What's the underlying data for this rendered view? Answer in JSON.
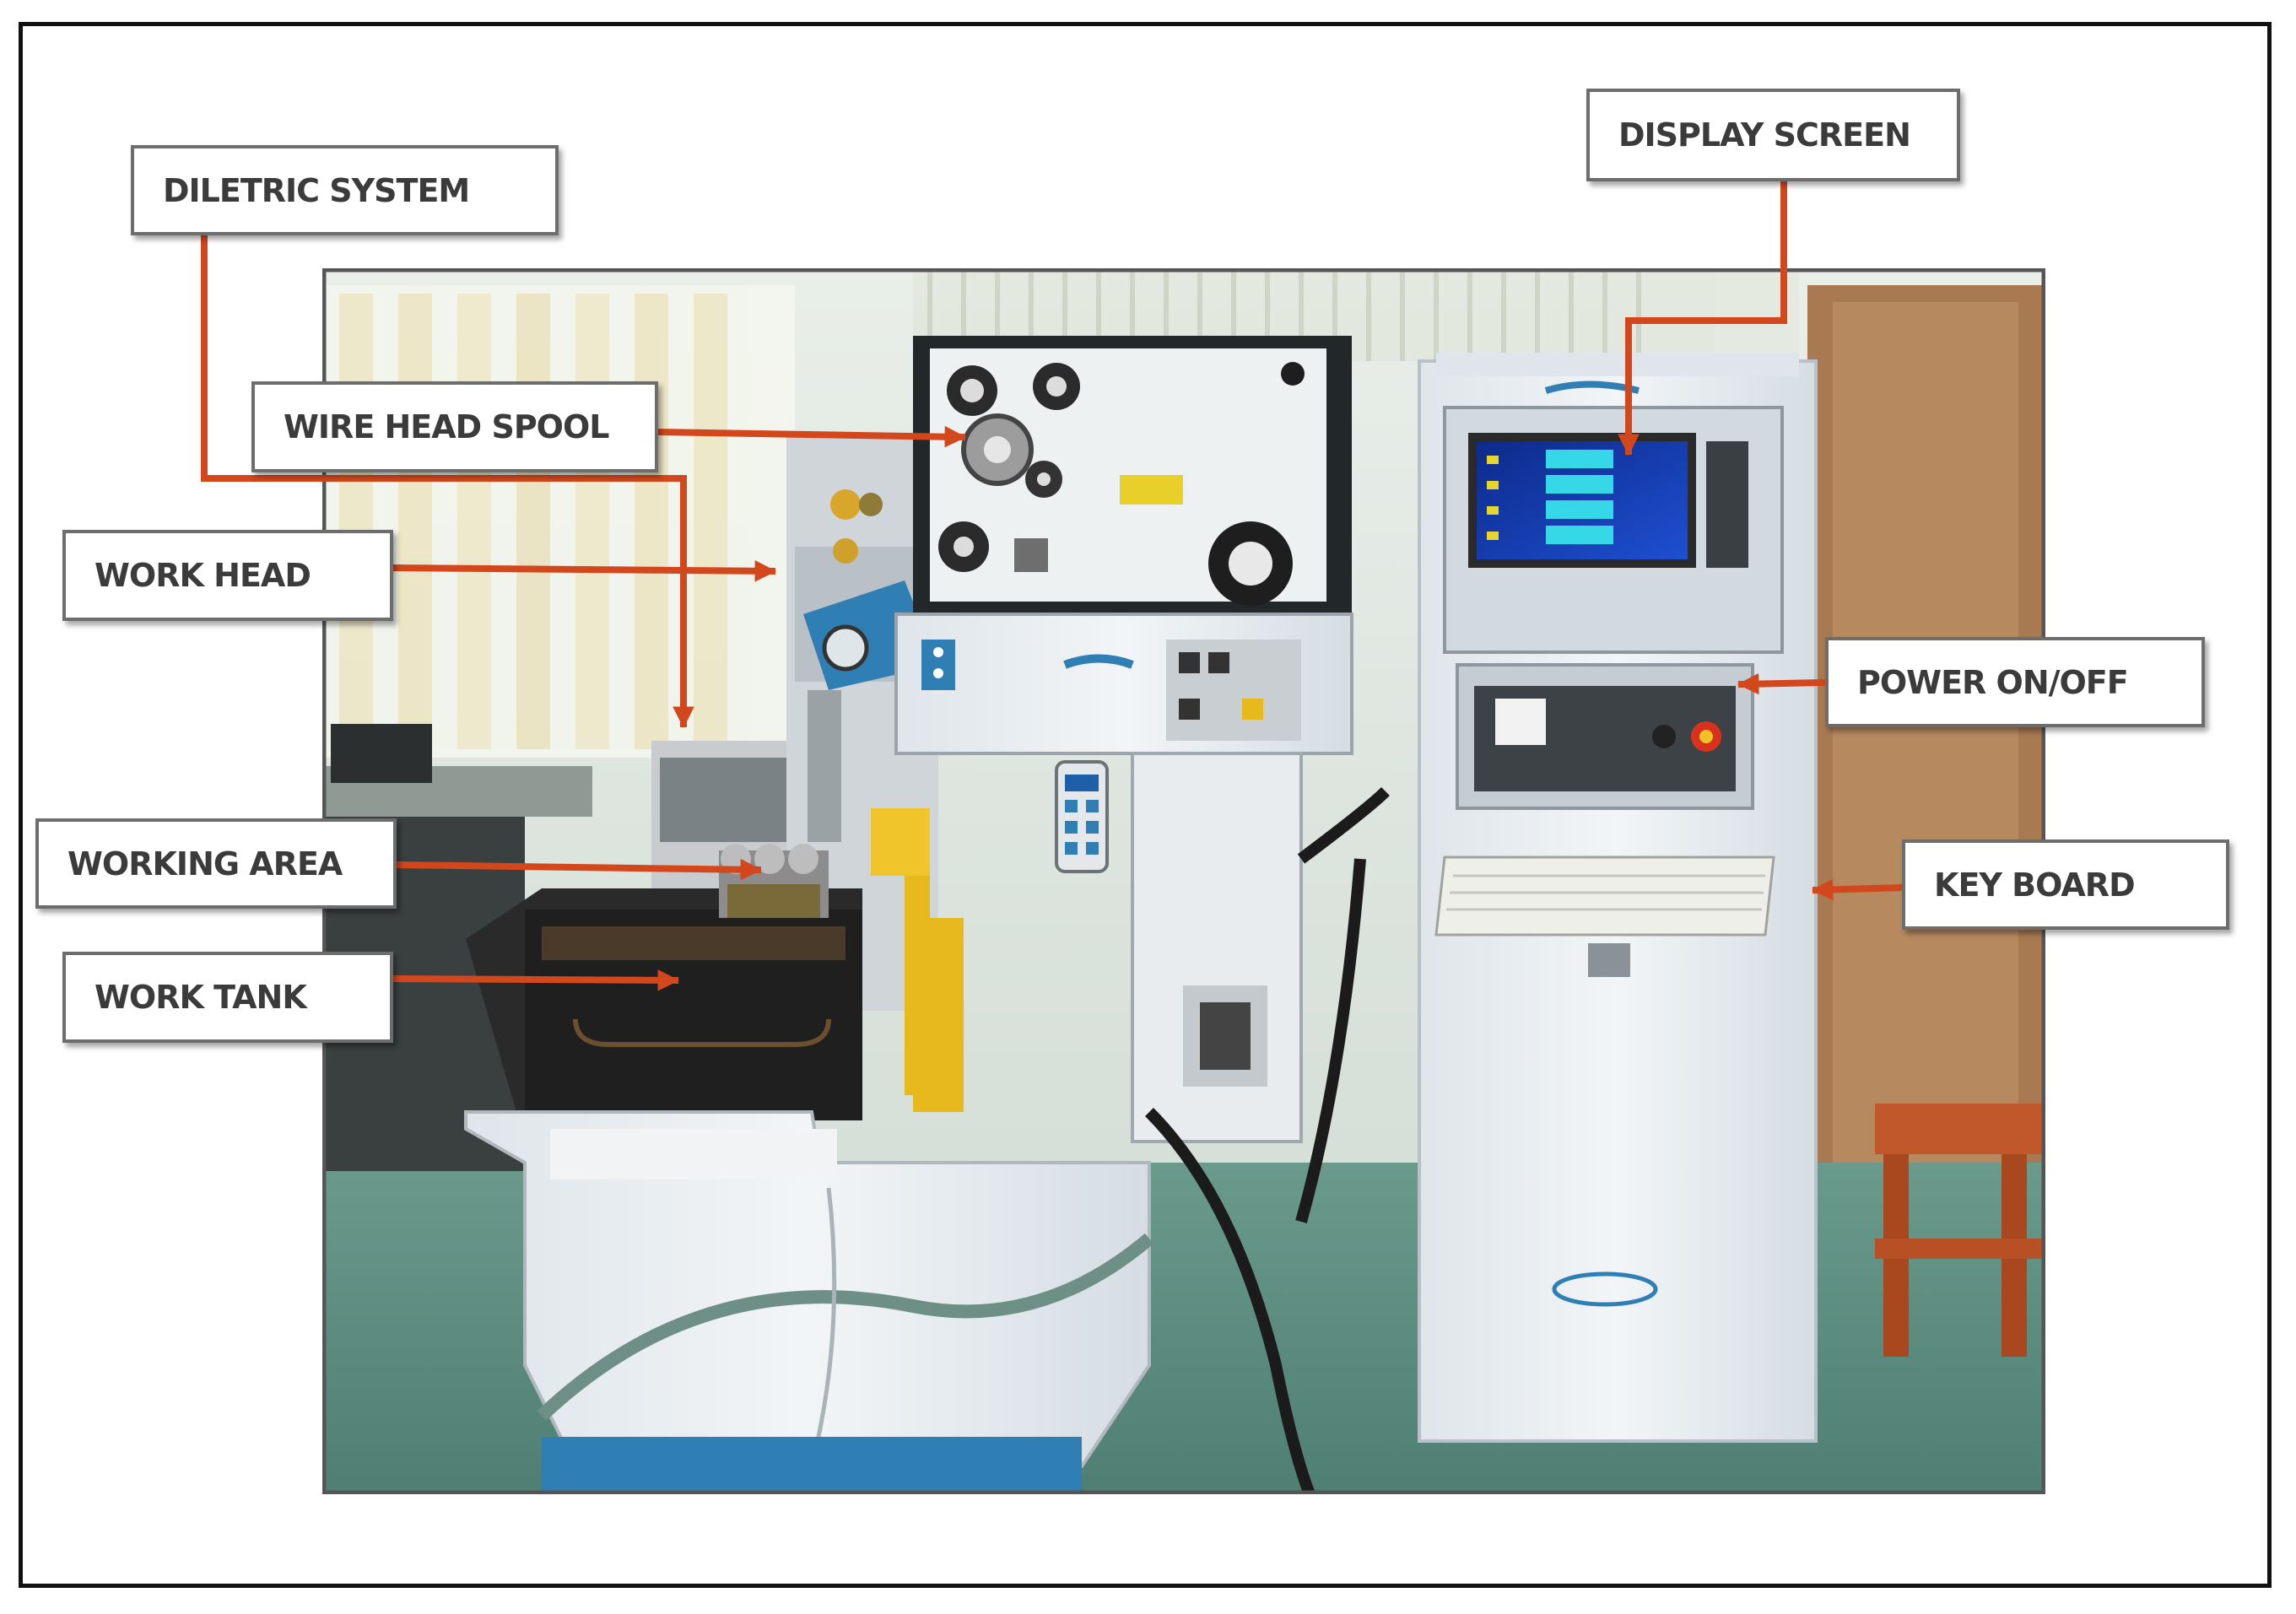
{
  "labels": {
    "dielectric_system": "DILETRIC SYSTEM",
    "display_screen": "DISPLAY SCREEN",
    "wire_head_spool": "WIRE HEAD SPOOL",
    "work_head": "WORK HEAD",
    "power_on_off": "POWER ON/OFF",
    "working_area": "WORKING AREA",
    "key_board": "KEY BOARD",
    "work_tank": "WORK TANK"
  },
  "colors": {
    "arrow": "#d2471c",
    "callout_border": "#6d6d6d",
    "machine_body": "#e6ebee",
    "tank_yellow": "#e7b91c",
    "base_blue": "#2f7fb5"
  }
}
